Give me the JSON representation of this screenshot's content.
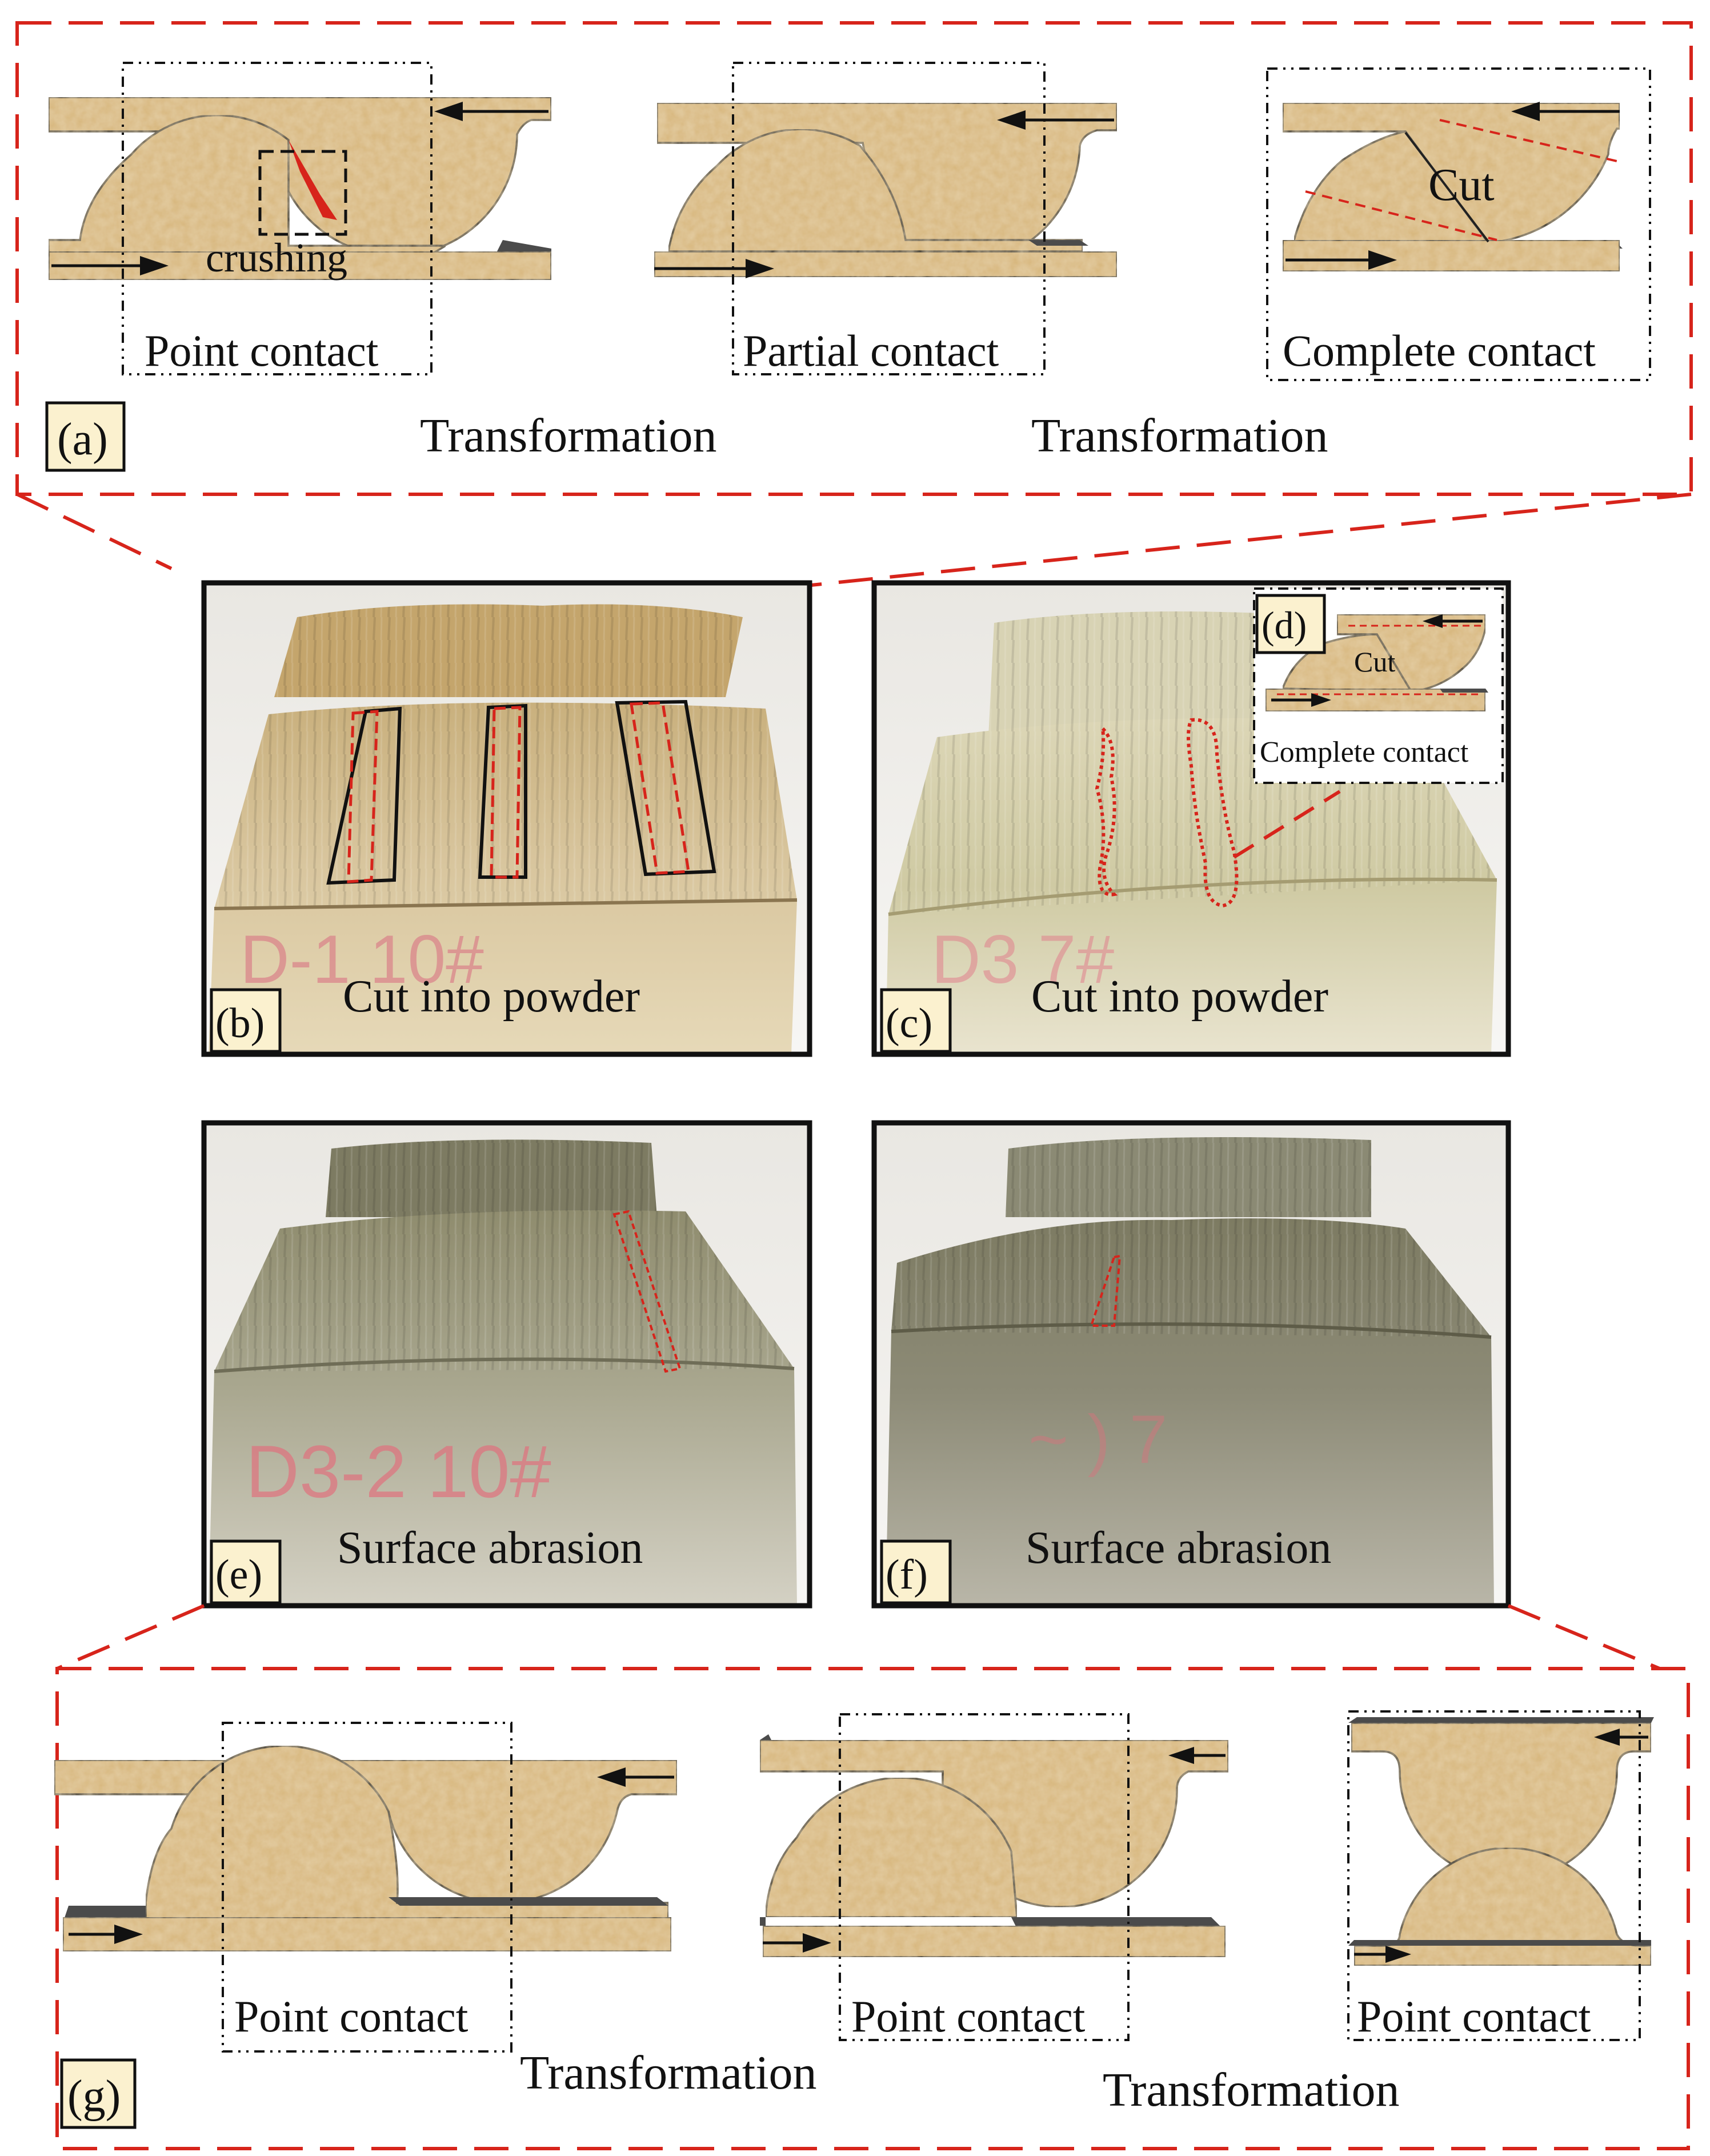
{
  "panel_a": {
    "tag": "(a)",
    "stage1_label": "Point contact",
    "stage2_label": "Partial contact",
    "stage3_label": "Complete contact",
    "crushing_label": "crushing",
    "cut_label": "Cut",
    "transformation_1": "Transformation",
    "transformation_2": "Transformation"
  },
  "panel_b": {
    "tag": "(b)",
    "caption": "Cut into powder"
  },
  "panel_c": {
    "tag": "(c)",
    "caption": "Cut into powder"
  },
  "panel_d": {
    "tag": "(d)",
    "cut_label": "Cut",
    "caption": "Complete contact"
  },
  "panel_e": {
    "tag": "(e)",
    "caption": "Surface abrasion"
  },
  "panel_f": {
    "tag": "(f)",
    "caption": "Surface abrasion"
  },
  "panel_g": {
    "tag": "(g)",
    "stage1_label": "Point contact",
    "stage2_label": "Point contact",
    "stage3_label": "Point contact",
    "transformation_1": "Transformation",
    "transformation_2": "Transformation"
  },
  "colors": {
    "accent_red": "#d7241b",
    "sandstone": "#d9b77c",
    "tag_fill": "#fbf1cf"
  }
}
